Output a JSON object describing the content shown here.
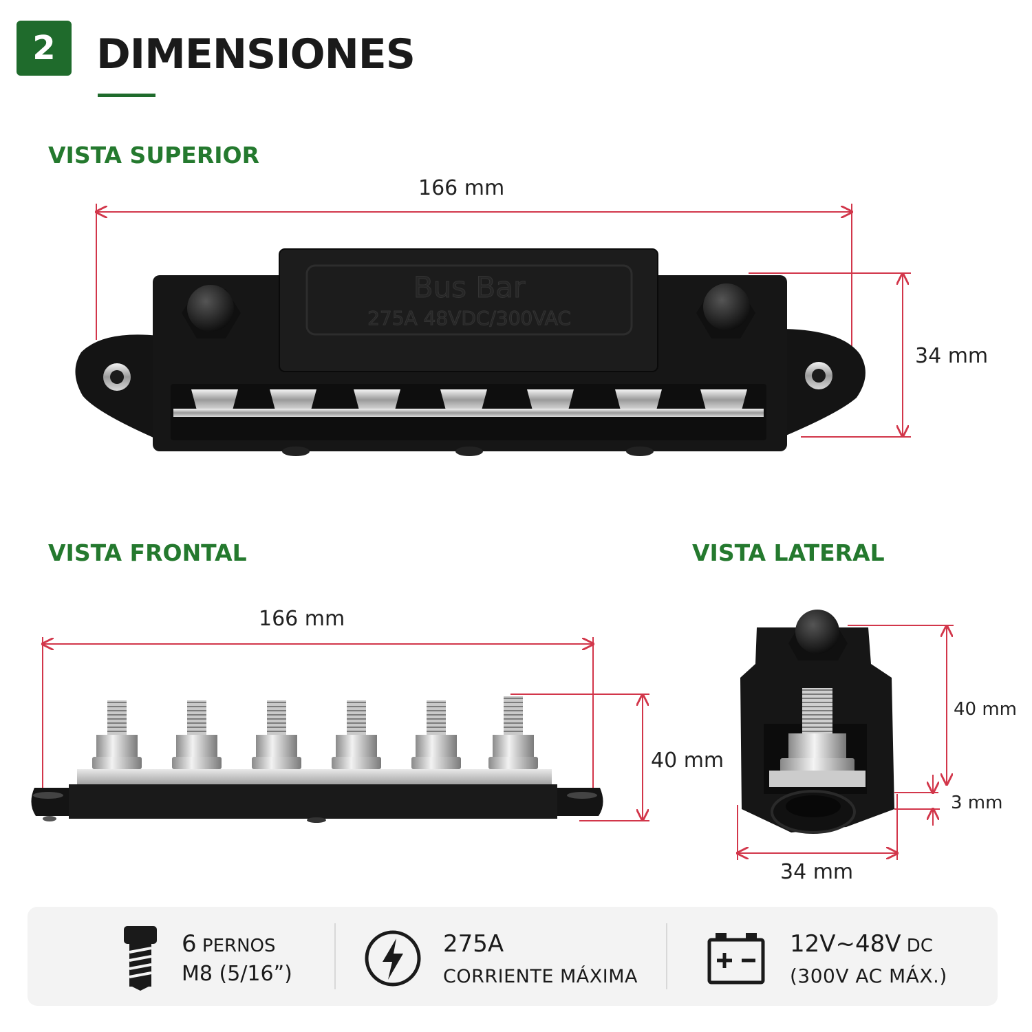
{
  "header": {
    "number": "2",
    "title": "DIMENSIONES"
  },
  "top_view": {
    "label": "VISTA SUPERIOR",
    "width_label": "166 mm",
    "height_label": "34 mm",
    "cover_text_1": "Bus Bar",
    "cover_text_2": "275A 48VDC/300VAC"
  },
  "front_view": {
    "label": "VISTA FRONTAL",
    "width_label": "166 mm",
    "height_label": "40 mm"
  },
  "side_view": {
    "label": "VISTA LATERAL",
    "height_label": "40 mm",
    "base_label": "3 mm",
    "width_label": "34 mm"
  },
  "specs": [
    {
      "icon": "bolt-screw-icon",
      "line1_main": "6",
      "line1_small": " PERNOS",
      "line2": "M8 (5/16”)"
    },
    {
      "icon": "lightning-icon",
      "line1_main": "275A",
      "line1_small": "",
      "line2": "CORRIENTE MÁXIMA"
    },
    {
      "icon": "battery-icon",
      "line1_main": "12V~48V",
      "line1_small": " DC",
      "line2": "(300V AC MÁX.)"
    }
  ],
  "colors": {
    "accent_green": "#1f6b2c",
    "label_green": "#24792e",
    "dimension_red": "#d2364a"
  }
}
